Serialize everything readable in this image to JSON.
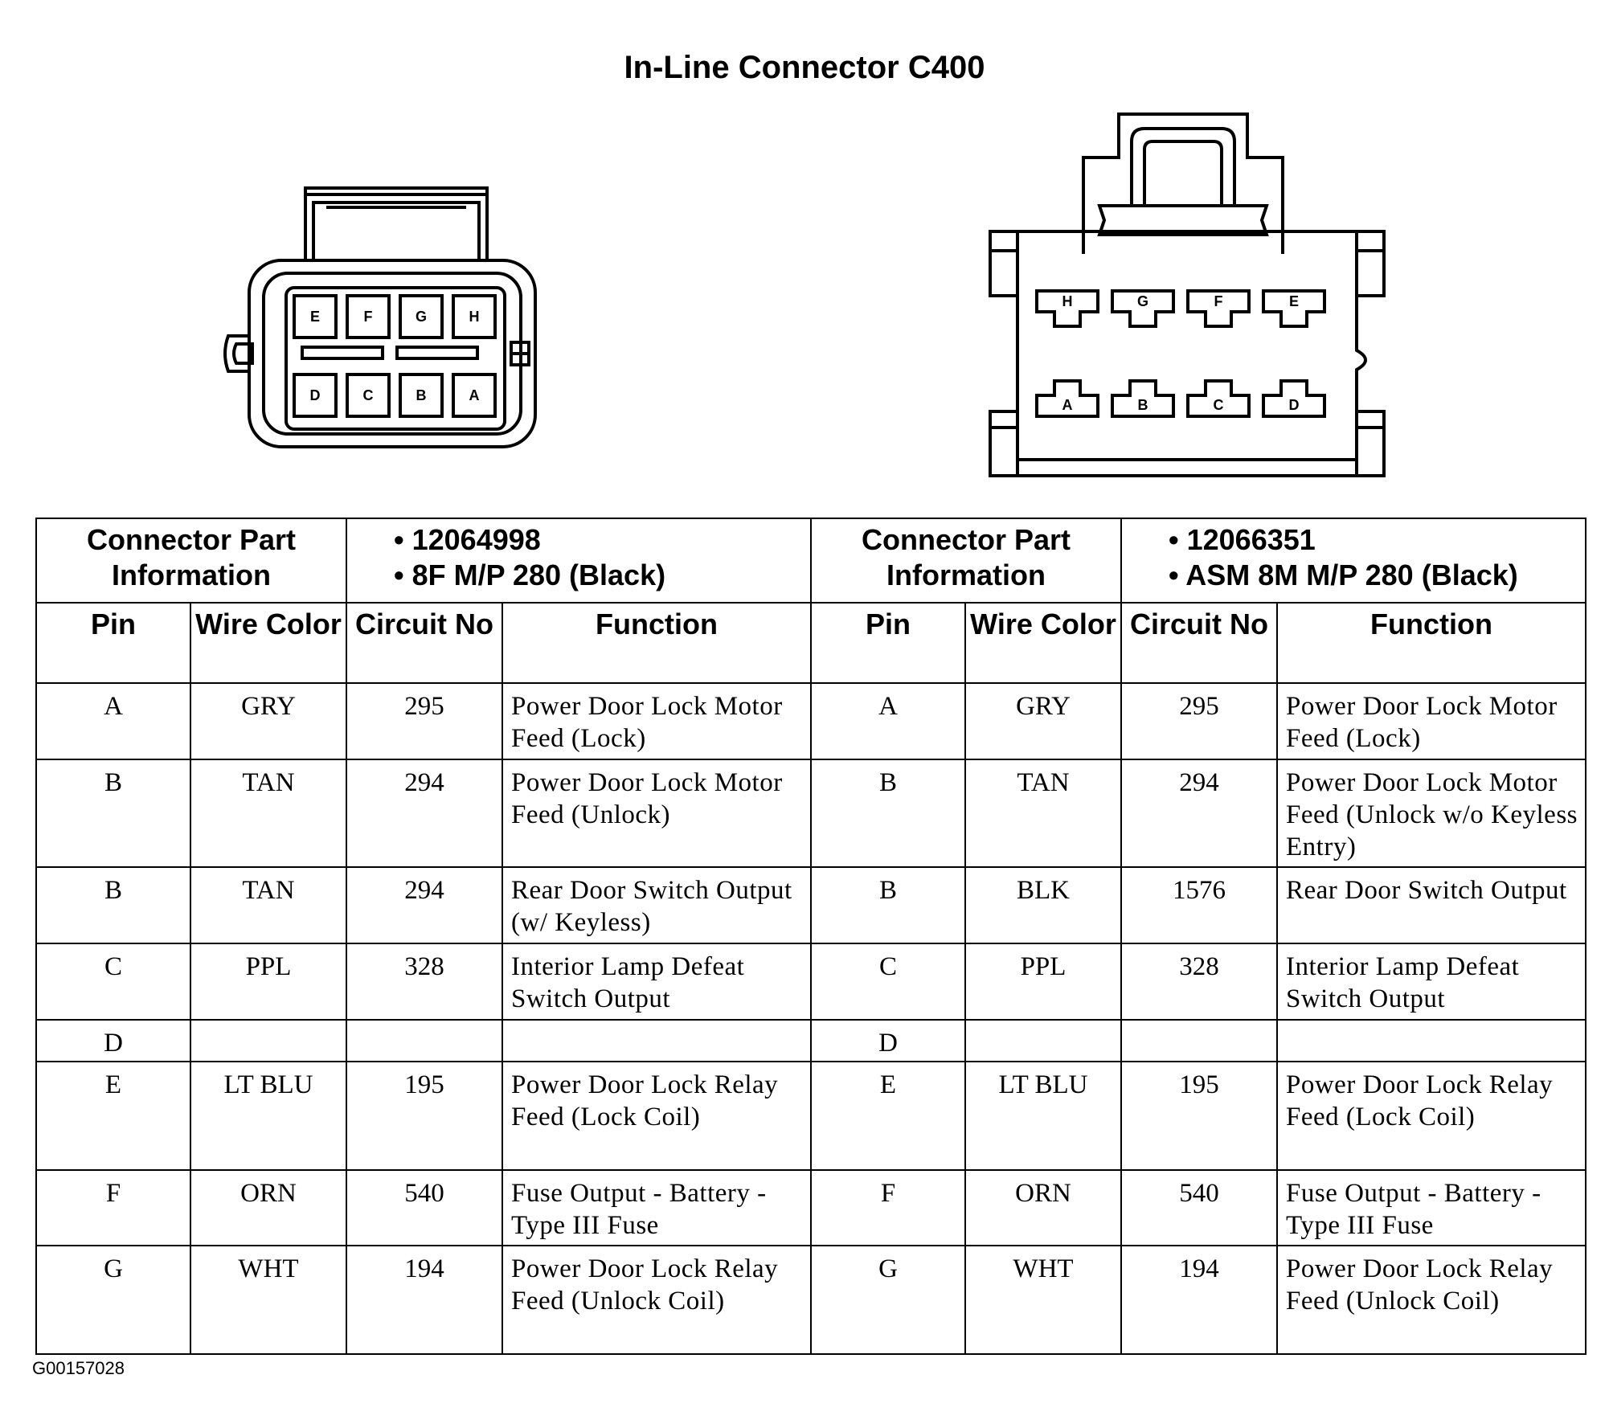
{
  "title": "In-Line Connector C400",
  "connector_left": {
    "top_pins": [
      "E",
      "F",
      "G",
      "H"
    ],
    "bottom_pins": [
      "D",
      "C",
      "B",
      "A"
    ]
  },
  "connector_right": {
    "top_pins": [
      "H",
      "G",
      "F",
      "E"
    ],
    "bottom_pins": [
      "A",
      "B",
      "C",
      "D"
    ]
  },
  "tables": [
    {
      "part_info_label": "Connector Part Information",
      "part_info_lines": [
        "• 12064998",
        "• 8F M/P 280 (Black)"
      ],
      "columns": {
        "pin": "Pin",
        "wire_color": "Wire Color",
        "circuit_no": "Circuit No",
        "function": "Function"
      },
      "rows": [
        {
          "pin": "A",
          "wire": "GRY",
          "circuit": "295",
          "function": "Power Door Lock Motor Feed (Lock)"
        },
        {
          "pin": "B",
          "wire": "TAN",
          "circuit": "294",
          "function": "Power Door Lock Motor Feed (Unlock)"
        },
        {
          "pin": "B",
          "wire": "TAN",
          "circuit": "294",
          "function": "Rear Door Switch Output (w/ Keyless)"
        },
        {
          "pin": "C",
          "wire": "PPL",
          "circuit": "328",
          "function": "Interior Lamp Defeat Switch Output"
        },
        {
          "pin": "D",
          "wire": "",
          "circuit": "",
          "function": ""
        },
        {
          "pin": "E",
          "wire": "LT BLU",
          "circuit": "195",
          "function": "Power Door Lock Relay Feed (Lock Coil)"
        },
        {
          "pin": "F",
          "wire": "ORN",
          "circuit": "540",
          "function": "Fuse Output - Battery - Type III Fuse"
        },
        {
          "pin": "G",
          "wire": "WHT",
          "circuit": "194",
          "function": "Power Door Lock Relay Feed (Unlock Coil)"
        }
      ]
    },
    {
      "part_info_label": "Connector Part Information",
      "part_info_lines": [
        "• 12066351",
        "• ASM 8M M/P 280 (Black)"
      ],
      "columns": {
        "pin": "Pin",
        "wire_color": "Wire Color",
        "circuit_no": "Circuit No",
        "function": "Function"
      },
      "rows": [
        {
          "pin": "A",
          "wire": "GRY",
          "circuit": "295",
          "function": "Power Door Lock Motor Feed (Lock)"
        },
        {
          "pin": "B",
          "wire": "TAN",
          "circuit": "294",
          "function": "Power Door Lock Motor Feed (Unlock w/o Keyless Entry)"
        },
        {
          "pin": "B",
          "wire": "BLK",
          "circuit": "1576",
          "function": "Rear Door Switch Output"
        },
        {
          "pin": "C",
          "wire": "PPL",
          "circuit": "328",
          "function": "Interior Lamp Defeat Switch Output"
        },
        {
          "pin": "D",
          "wire": "",
          "circuit": "",
          "function": ""
        },
        {
          "pin": "E",
          "wire": "LT BLU",
          "circuit": "195",
          "function": "Power Door Lock Relay Feed (Lock Coil)"
        },
        {
          "pin": "F",
          "wire": "ORN",
          "circuit": "540",
          "function": "Fuse Output - Battery - Type III Fuse"
        },
        {
          "pin": "G",
          "wire": "WHT",
          "circuit": "194",
          "function": "Power Door Lock Relay Feed (Unlock Coil)"
        }
      ]
    }
  ],
  "figure_id": "G00157028"
}
